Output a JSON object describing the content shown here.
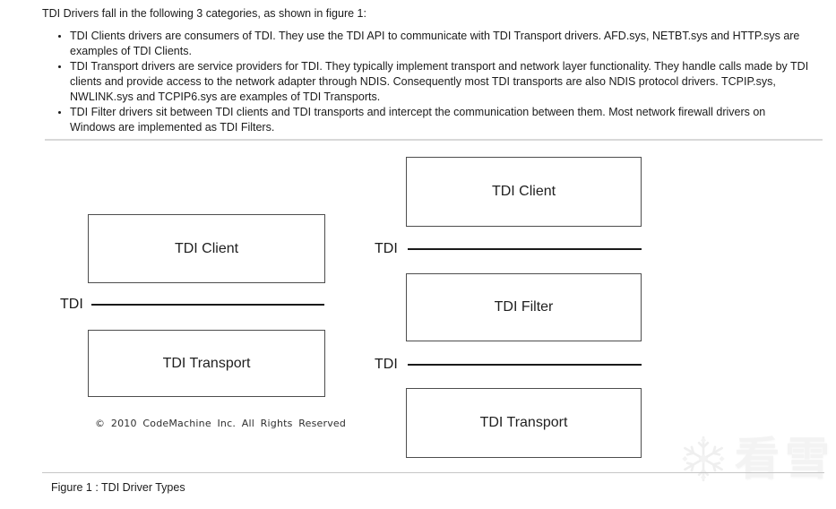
{
  "page": {
    "intro": "TDI Drivers fall in the following 3 categories, as shown in figure 1:"
  },
  "bullets": [
    "TDI Clients drivers are consumers of TDI. They use the TDI API to communicate with TDI Transport drivers. AFD.sys, NETBT.sys and HTTP.sys are examples of TDI Clients.",
    "TDI Transport drivers are service providers for TDI. They typically implement transport and network layer functionality. They handle calls made by TDI clients and provide access to the network adapter through NDIS. Consequently most TDI transports are also NDIS protocol drivers. TCPIP.sys, NWLINK.sys and TCPIP6.sys are examples of TDI Transports.",
    "TDI Filter drivers sit between TDI clients and TDI transports and intercept the communication between them. Most network firewall drivers on Windows are implemented as TDI Filters."
  ],
  "figure": {
    "caption": "Figure 1 : TDI Driver Types",
    "copyright": "© 2010 CodeMachine Inc. All Rights Reserved",
    "tdi_label": "TDI",
    "left_stack": {
      "client": "TDI Client",
      "transport": "TDI Transport"
    },
    "right_stack": {
      "client": "TDI Client",
      "filter": "TDI Filter",
      "transport": "TDI Transport"
    }
  },
  "watermark": {
    "text": "看雪",
    "icon": "snowflake-icon"
  },
  "colors": {
    "text": "#1b1b1b",
    "box_border": "#4d4d4d",
    "diagram_line": "#1a1a1a",
    "divider": "#d8d8d8",
    "watermark": "#f3f3f3"
  }
}
